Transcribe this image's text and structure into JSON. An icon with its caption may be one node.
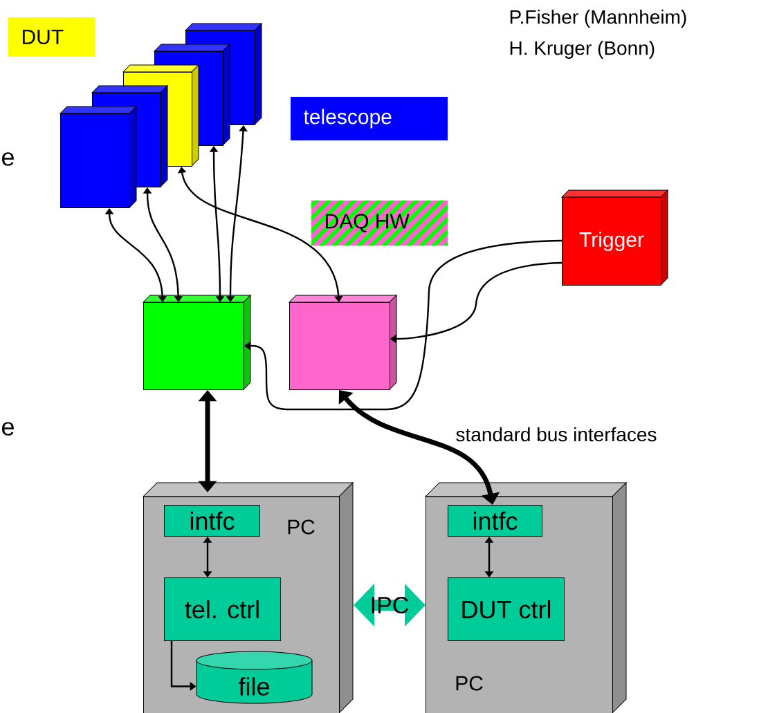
{
  "diagram": {
    "nodes": [
      {
        "text": [],
        "shape": "box"
      },
      {
        "text": [],
        "shape": "box"
      },
      {
        "text": [],
        "shape": "box"
      },
      {
        "text": [],
        "shape": "box"
      },
      {
        "text": [],
        "shape": "box"
      },
      {
        "text": [],
        "shape": "box"
      },
      {
        "text": [],
        "shape": "box"
      },
      {
        "text": [
          "Trigger"
        ]
      },
      {
        "text": [
          "PC"
        ]
      },
      {
        "text": [
          "intfc"
        ],
        "in": 8
      },
      {
        "text": [
          "tel. ctrl"
        ],
        "in": 8
      },
      {
        "text": [
          "file"
        ],
        "in": 8
      },
      {
        "text": [
          "PC"
        ]
      },
      {
        "text": [
          "intfc"
        ],
        "in": 12
      },
      {
        "text": [
          "DUT ctrl"
        ],
        "in": 12
      }
    ],
    "edges": [
      {
        "from": 0,
        "to": 5,
        "arrow": "both"
      },
      {
        "from": 1,
        "to": 5,
        "arrow": "both"
      },
      {
        "from": 2,
        "to": 6,
        "arrow": "both"
      },
      {
        "from": 3,
        "to": 5,
        "arrow": "both"
      },
      {
        "from": 4,
        "to": 5,
        "arrow": "both"
      },
      {
        "from": 7,
        "to": 5,
        "arrow": "to"
      },
      {
        "from": 7,
        "to": 6,
        "arrow": "to"
      },
      {
        "from": 5,
        "to": 8,
        "arrow": "both",
        "style": "thick"
      },
      {
        "from": 6,
        "to": 13,
        "arrow": "both",
        "style": "thick"
      },
      {
        "from": 9,
        "to": 10,
        "arrow": "both"
      },
      {
        "from": 13,
        "to": 14,
        "arrow": "both"
      },
      {
        "from": 10,
        "to": 11,
        "arrow": "to"
      },
      {
        "from": 8,
        "to": 12,
        "arrow": "both",
        "style": "thick",
        "color": "#00cc99",
        "label": "IPC"
      }
    ],
    "labels": [
      "P.Fisher (Mannheim)",
      "H. Kruger (Bonn)",
      "e",
      "e",
      "standard bus interfaces"
    ],
    "legend": [
      {
        "text": "DUT",
        "color": "#ffff00"
      },
      {
        "text": "telescope",
        "color": "#0000ff"
      },
      {
        "text": "DAQ HW"
      }
    ]
  }
}
